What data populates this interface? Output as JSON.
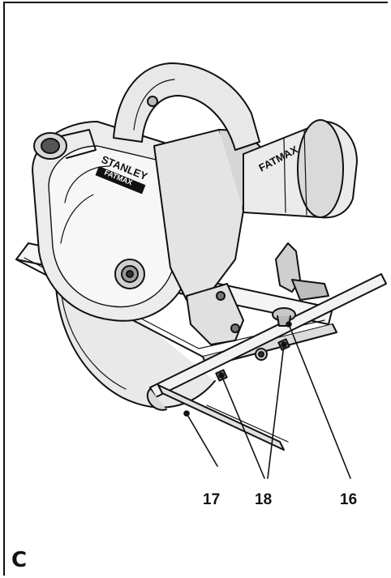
{
  "brand": {
    "name": "STANLEY",
    "subbrand": "FATMAX",
    "motor_label": "FATMAX"
  },
  "callouts": {
    "c17": "17",
    "c18": "18",
    "c16": "16"
  },
  "figure_letter": "C"
}
